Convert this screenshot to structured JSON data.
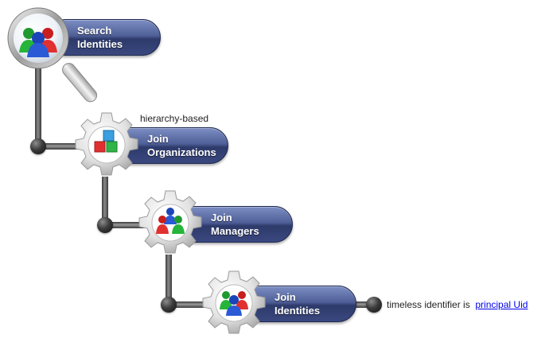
{
  "steps": [
    {
      "line1": "Search",
      "line2": "Identities"
    },
    {
      "line1": "Join",
      "line2": "Organizations"
    },
    {
      "line1": "Join",
      "line2": "Managers"
    },
    {
      "line1": "Join",
      "line2": "Identities"
    }
  ],
  "annotations": {
    "hierarchy_note": "hierarchy-based",
    "timeless_prefix": "timeless identifier is",
    "timeless_link": "principal Uid"
  },
  "colors": {
    "pill_dark": "#2d3a6a",
    "pill_light": "#7c8ec4",
    "link": "#0000ee"
  },
  "icons": [
    "magnifier-icon",
    "people-group-icon",
    "cubes-icon",
    "gear-icon"
  ]
}
